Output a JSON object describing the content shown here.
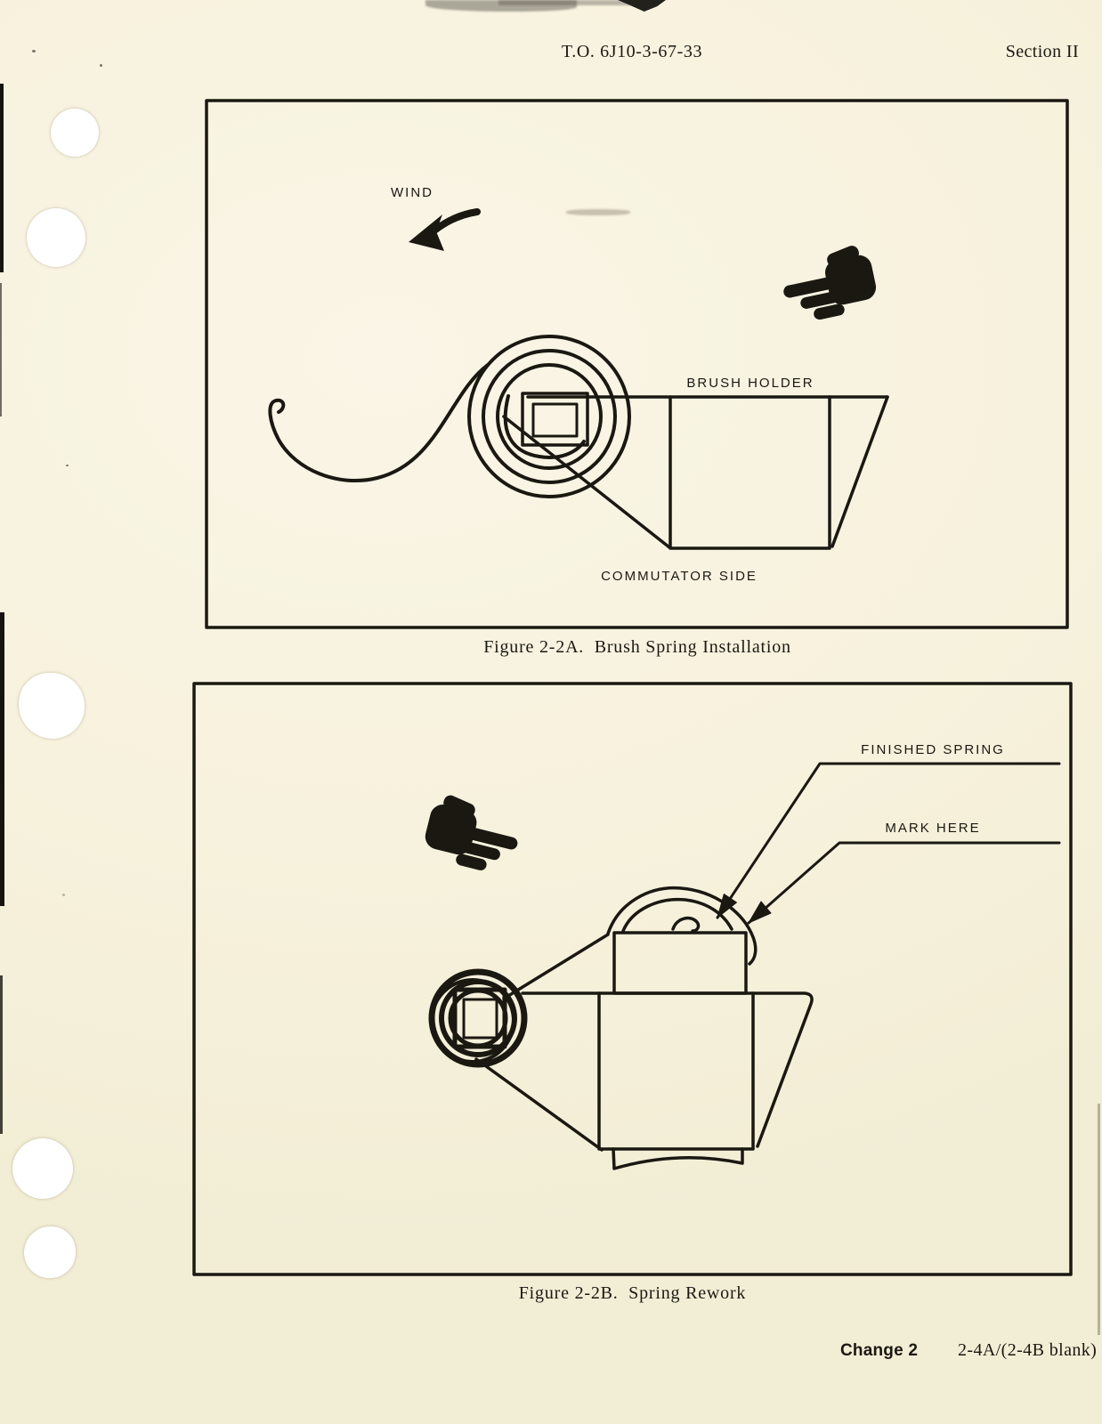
{
  "header": {
    "to_number": "T.O. 6J10-3-67-33",
    "section": "Section II"
  },
  "figure_a": {
    "caption": "Figure 2-2A.  Brush Spring Installation",
    "wind_label": "WIND",
    "brush_holder_label": "BRUSH HOLDER",
    "commutator_label": "COMMUTATOR SIDE"
  },
  "figure_b": {
    "caption": "Figure 2-2B.  Spring Rework",
    "finished_spring_label": "FINISHED SPRING",
    "mark_here_label": "MARK HERE"
  },
  "footer": {
    "change_label": "Change 2",
    "page_number": "2-4A/(2-4B blank)"
  },
  "colors": {
    "paper": "#f7f2dd",
    "ink": "#1b1812",
    "hole_fill": "#ffffff"
  }
}
